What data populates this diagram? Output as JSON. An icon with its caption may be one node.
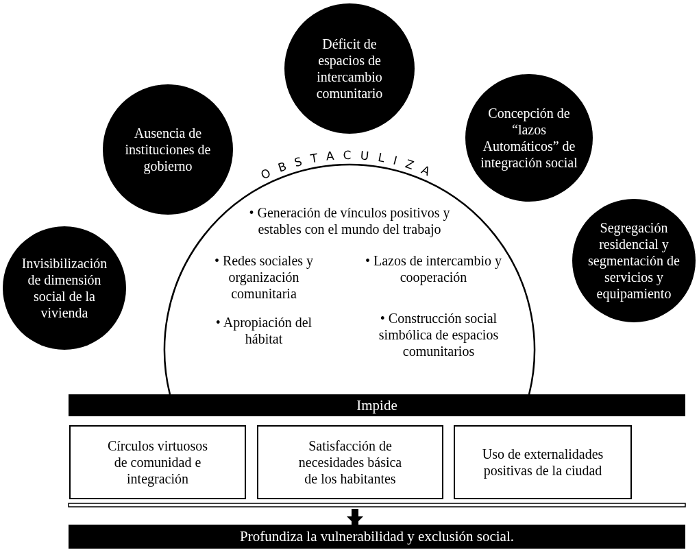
{
  "diagram": {
    "nodes": [
      {
        "text": [
          "Invisibilización de dimensión social de la vivienda"
        ]
      },
      {
        "text": [
          "Ausencia de instituciones de gobierno"
        ]
      },
      {
        "text": [
          "Déficit de espacios de intercambio comunitario"
        ]
      },
      {
        "text": [
          "Concepción de “lazos Automáticos” de integración social"
        ]
      },
      {
        "text": [
          "Segregación residencial y segmentación de servicios y equipamiento"
        ]
      },
      {
        "text": [
          "• Generación de vínculos positivos y estables con el mundo del trabajo",
          "• Redes sociales y organización comunitaria",
          "• Apropiación del hábitat",
          "• Lazos de intercambio y cooperación",
          "• Construcción social simbólica de espacios comunitarios"
        ]
      },
      {
        "text": [
          "Impide"
        ]
      },
      {
        "text": [
          "Círculos virtuosos de comunidad e integración"
        ]
      },
      {
        "text": [
          "Satisfacción de necesidades básica de los habitantes"
        ]
      },
      {
        "text": [
          "Uso de externalidades positivas de la ciudad"
        ]
      },
      {
        "text": [
          "Profundiza la vulnerabilidad y exclusión social."
        ]
      }
    ],
    "edges": [
      {
        "from": null,
        "to": 10,
        "arrow": "to"
      }
    ],
    "labels": [
      "OBSTACULIZA"
    ]
  }
}
